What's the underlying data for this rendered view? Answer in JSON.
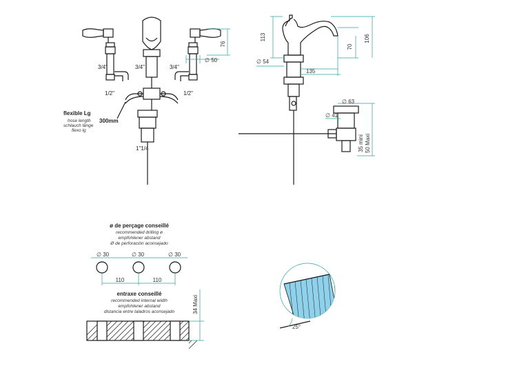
{
  "front_view": {
    "thread_left": "3/4\"",
    "thread_center": "3/4\"",
    "thread_right": "3/4\"",
    "inlet_left": "1/2\"",
    "inlet_right": "1/2\"",
    "hose_title": "flexible Lg",
    "hose_en": "hose length",
    "hose_de": "schlauch länge",
    "hose_es": "flexo lg",
    "hose_value": "300mm",
    "waste_thread": "1\"1/4",
    "dim_height": "76",
    "dim_diameter": "∅ 50"
  },
  "side_view": {
    "dim_total_height": "113",
    "dim_base_diameter": "∅ 54",
    "dim_reach": "135",
    "dim_spout_height": "70",
    "dim_overall": "106",
    "dim_waste_diameter": "∅ 63",
    "dim_waste_hole": "∅ 41",
    "dim_range": "35 mini",
    "dim_range_max": "50 Maxi"
  },
  "drilling": {
    "title": "ø de perçage conseillé",
    "en": "recommended drilling ø",
    "de": "empfohlener abstand",
    "es": "Ø de perforación aconsejado",
    "hole_diameter": "∅ 30",
    "spacing": "110"
  },
  "spacing": {
    "title": "entraxe conseillé",
    "en": "recommended internal width",
    "de": "empfohlener abstand",
    "es": "distancia entre taladros aconsejado",
    "thickness": "34 Maxi"
  },
  "detail": {
    "angle": "25°"
  },
  "colors": {
    "ink": "#1a1a1a",
    "dimension": "#2aa3a3",
    "detail_fill": "#8fd0ea"
  }
}
